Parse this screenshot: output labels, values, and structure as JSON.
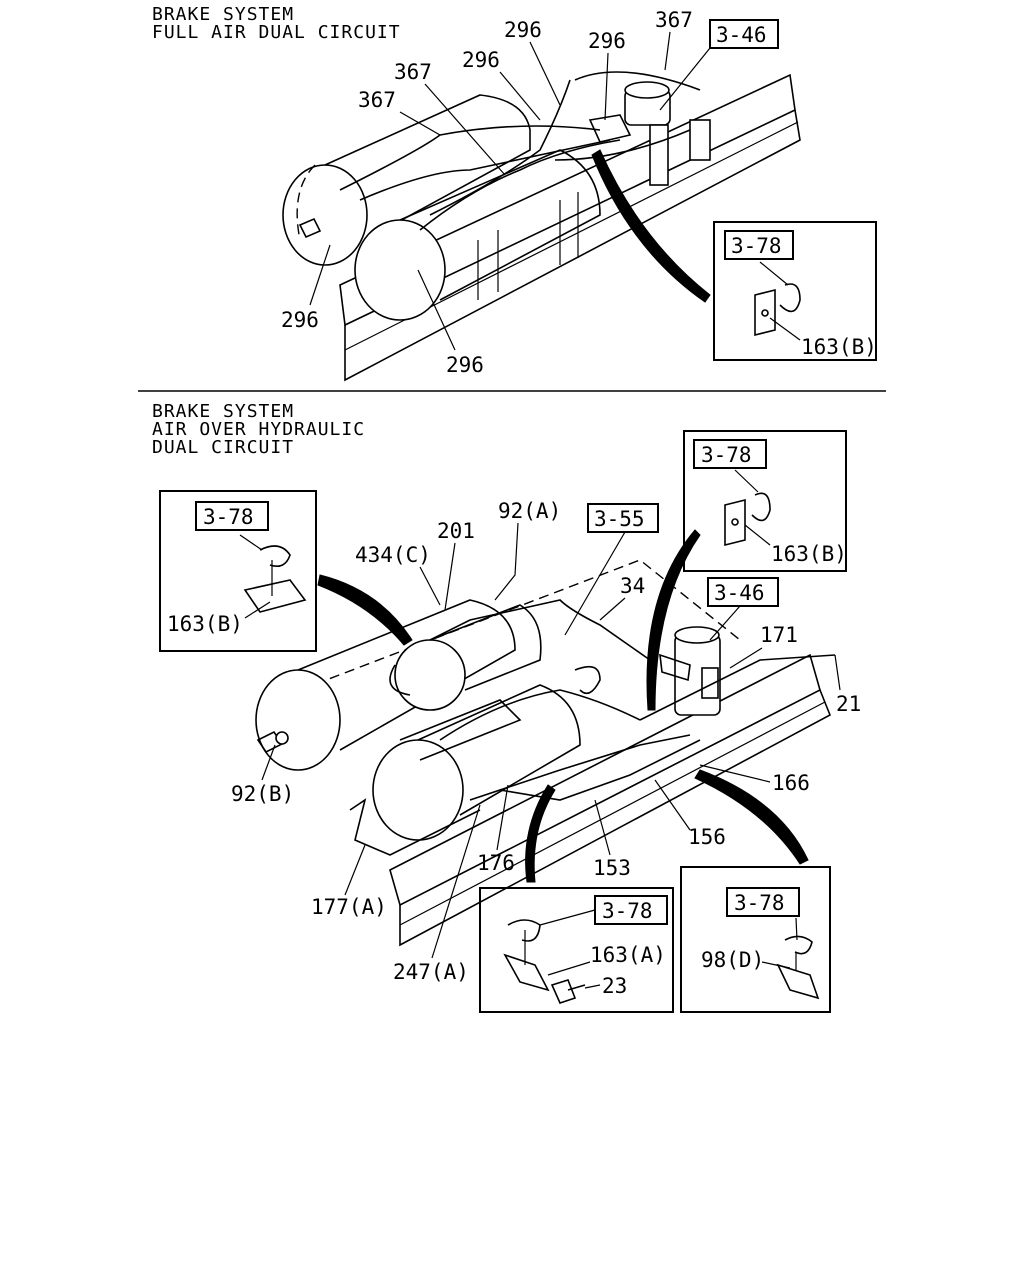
{
  "sections": {
    "top": {
      "title_line1": "BRAKE SYSTEM",
      "title_line2": "FULL AIR DUAL CIRCUIT"
    },
    "bottom": {
      "title_line1": "BRAKE SYSTEM",
      "title_line2": "AIR OVER HYDRAULIC",
      "title_line3": "DUAL CIRCUIT"
    }
  },
  "labels": {
    "top": {
      "p296_a": "296",
      "p296_b": "296",
      "p296_c": "296",
      "p296_d": "296",
      "p296_e": "296",
      "p367_a": "367",
      "p367_b": "367",
      "p367_c": "367",
      "ref_346": "3-46",
      "ref_378": "3-78",
      "p163b": "163(B)"
    },
    "bottom": {
      "ref_378_left": "3-78",
      "p163b_left": "163(B)",
      "ref_378_right": "3-78",
      "p163b_right": "163(B)",
      "p434c": "434(C)",
      "p201": "201",
      "p92a": "92(A)",
      "ref_355": "3-55",
      "p34": "34",
      "ref_346": "3-46",
      "p171": "171",
      "p21": "21",
      "p92b": "92(B)",
      "p166": "166",
      "p156": "156",
      "p176": "176",
      "p153": "153",
      "p177a": "177(A)",
      "p247a": "247(A)",
      "ref_378_bl": "3-78",
      "p163a": "163(A)",
      "p23": "23",
      "ref_378_br": "3-78",
      "p98d": "98(D)"
    }
  }
}
